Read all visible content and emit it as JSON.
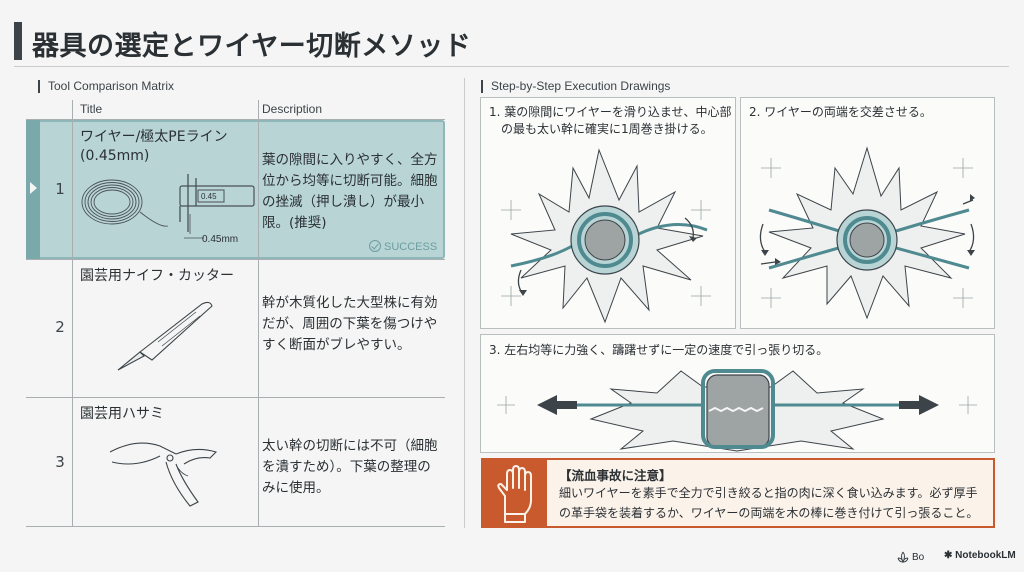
{
  "page": {
    "title": "器具の選定とワイヤー切断メソッド"
  },
  "left": {
    "section_label": "Tool Comparison Matrix",
    "headers": {
      "title": "Title",
      "description": "Description"
    },
    "rows": [
      {
        "num": "1",
        "title_line1": "ワイヤー/極太PEライン",
        "title_line2": "(0.45mm)",
        "desc": "葉の隙間に入りやすく、全方位から均等に切断可能。細胞の挫滅（押し潰し）が最小限。(推奨)",
        "caliper_reading": "0.45",
        "size_label": "0.45mm",
        "status": "SUCCESS"
      },
      {
        "num": "2",
        "title": "園芸用ナイフ・カッター",
        "desc": "幹が木質化した大型株に有効だが、周囲の下葉を傷つけやすく断面がブレやすい。"
      },
      {
        "num": "3",
        "title": "園芸用ハサミ",
        "desc": "太い幹の切断には不可（細胞を潰すため）。下葉の整理のみに使用。"
      }
    ]
  },
  "right": {
    "section_label": "Step-by-Step Execution Drawings",
    "steps": [
      {
        "text_line1": "1. 葉の隙間にワイヤーを滑り込ませ、中心部",
        "text_line2": "の最も太い幹に確実に1周巻き掛ける。"
      },
      {
        "text": "2. ワイヤーの両端を交差させる。"
      },
      {
        "text": "3. 左右均等に力強く、躊躇せずに一定の速度で引っ張り切る。"
      }
    ],
    "warning": {
      "title": "【流血事故に注意】",
      "text": "細いワイヤーを素手で全力で引き絞ると指の肉に深く食い込みます。必ず厚手の革手袋を装着するか、ワイヤーの両端を木の棒に巻き付けて引っ張ること。",
      "icon": "glove-icon"
    }
  },
  "footer": {
    "brand_partial": "Bo",
    "badge": "NotebookLM"
  },
  "colors": {
    "accent_teal": "#b8d4d5",
    "warning_orange": "#c85a2d",
    "dark": "#3d4449"
  }
}
